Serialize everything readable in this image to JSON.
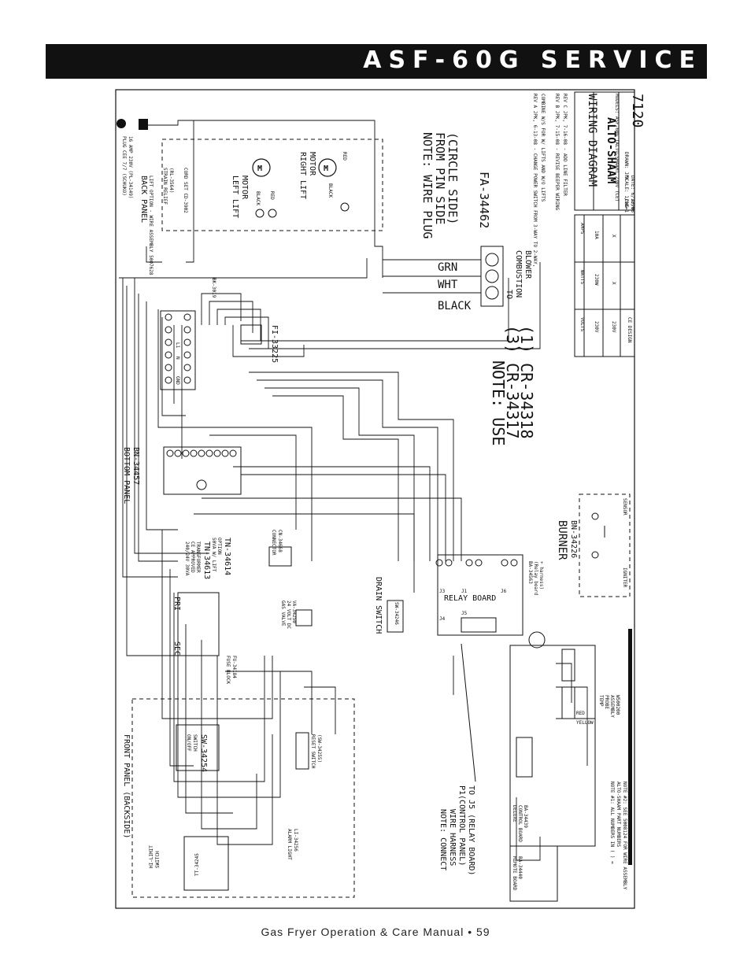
{
  "header": {
    "title": "ASF-60G SERVICE"
  },
  "footer": {
    "text": "Gas Fryer Operation & Care Manual • 59"
  },
  "diagram": {
    "back_panel": [
      "BACK PANEL",
      "LIFT OPTION - WIRE ASSEMBLY 5007628"
    ],
    "plug": [
      "PLUG CEE 7/7 (SCHUKO)",
      "16 AMP 230V (PL-34149)"
    ],
    "strain_relief": [
      "STRAIN RELIEF",
      "(RL-3564)"
    ],
    "cord": "CORD SET CD-3902",
    "left_lift_motor": [
      "LEFT LIFT",
      "MOTOR"
    ],
    "right_lift_motor": [
      "RIGHT LIFT",
      "MOTOR"
    ],
    "wire_black": "BLACK",
    "wire_red": "RED",
    "note_wire_plug": [
      "NOTE: WIRE PLUG",
      "FROM PIN SIDE",
      "(CIRCLE SIDE)"
    ],
    "fa_part": "FA-34462",
    "wire_grn": "GRN",
    "wire_wht": "WHT",
    "wire_black_big": "BLACK",
    "combustion_blower": [
      "TO",
      "COMBUSTION",
      "BLOWER"
    ],
    "note_use": [
      "NOTE: USE",
      "(3) CR-34317",
      "(1) CR-34318"
    ],
    "terminal_block": "BK-3019",
    "filter": "FI-33225",
    "terminal_labels": [
      "GND",
      "N",
      "L1"
    ],
    "bottom_panel": [
      "BOTTOM PANEL",
      "BN-34457"
    ],
    "transformer": [
      "240/24V 30VA",
      "CE APPROVED",
      "TRANSFORMER",
      "TN-34613"
    ],
    "transformer_lift": [
      "50VA W/ LIFT",
      "OPTION",
      "TN-34614"
    ],
    "pri": "PRI",
    "sec": "SEC",
    "fuse_block": [
      "FUSE BLOCK",
      "FU-34184"
    ],
    "connector": [
      "CONNECTOR",
      "CN-34668"
    ],
    "gas_valve": [
      "GAS VALVE",
      "24 VOLT DC",
      "VA-34250"
    ],
    "drain_switch": [
      "DRAIN SWITCH",
      "SW-34246"
    ],
    "relay_board": "RELAY BOARD",
    "relay_board_part": [
      "BA-34563",
      "(Relay board",
      "+ harness)"
    ],
    "j_labels": [
      "J3",
      "J1",
      "J6",
      "J4",
      "J5"
    ],
    "burner": [
      "BURNER",
      "BN-34226"
    ],
    "sensor": "SENSOR",
    "igniter": "IGNITER",
    "front_panel": "FRONT PANEL (BACKSIDE)",
    "on_off_switch": [
      "ON/OFF",
      "SWITCH",
      "SW-34254"
    ],
    "reset_switch": [
      "RESET SWITCH",
      "(SW-34255)"
    ],
    "alarm_light": [
      "ALARM LIGHT",
      "LI-34256"
    ],
    "hi_limit": [
      "HI-LIMIT",
      "SWITCH"
    ],
    "hi_limit_part": "TT-34245",
    "deluxe_board": [
      "DELUXE",
      "CONTROL BOARD",
      "BA-34439"
    ],
    "remote_board": [
      "REMOTE BOARD",
      "BA-34440"
    ],
    "temp_probe": [
      "TEMP",
      "PROBE",
      "ASSEMBLY",
      "W500200"
    ],
    "probe_red": "RED",
    "probe_yellow": "YELLOW",
    "note_connect": [
      "NOTE: CONNECT",
      "WIRE HARNESS",
      "P1(CONTROL PANEL)",
      "TO J5 (RELAY BOARD)"
    ],
    "note_bottom": [
      "NOTE #1: ALL NUMBERS IN ( ) =",
      "ALTO-SHAAM PART NUMBERS",
      "NOTE #2: SEE 5008124 FOR WIRE ASSEMBLY"
    ],
    "revisions": [
      "REV A JPK, 6-13-08 - CHANGE POWER SWITCH FROM 3-WAY TO 2-WAY,",
      "COMBINE W/S FOR W/ LIFTS AND W/O LIFTS",
      "REV B JPK, 7-15-08 - REVISE BEEPER WIRING",
      "REV C JPK, 7-16-08 - ADD LINE FILTER"
    ],
    "spec_table": {
      "headers": [
        "CE DESIGN",
        "VOLTS",
        "WATTS",
        "AMPS"
      ],
      "rows": [
        [
          "230V",
          "230W",
          "10A"
        ],
        [
          "230V",
          "X",
          "X"
        ]
      ]
    },
    "title_block": {
      "title": "WIRING DIAGRAM",
      "brand": "ALTO-SHAAM",
      "model": "MODELS: ASF-60G (ALTO-SHAAM) 230V (CE)",
      "drawing_number": "7120",
      "drawn": "DRAWN: JPK",
      "scale": "SCALE: 1/16=1",
      "date": "DATE: 6/13/08",
      "dwg": "DWG",
      "appr": "APPR"
    }
  }
}
